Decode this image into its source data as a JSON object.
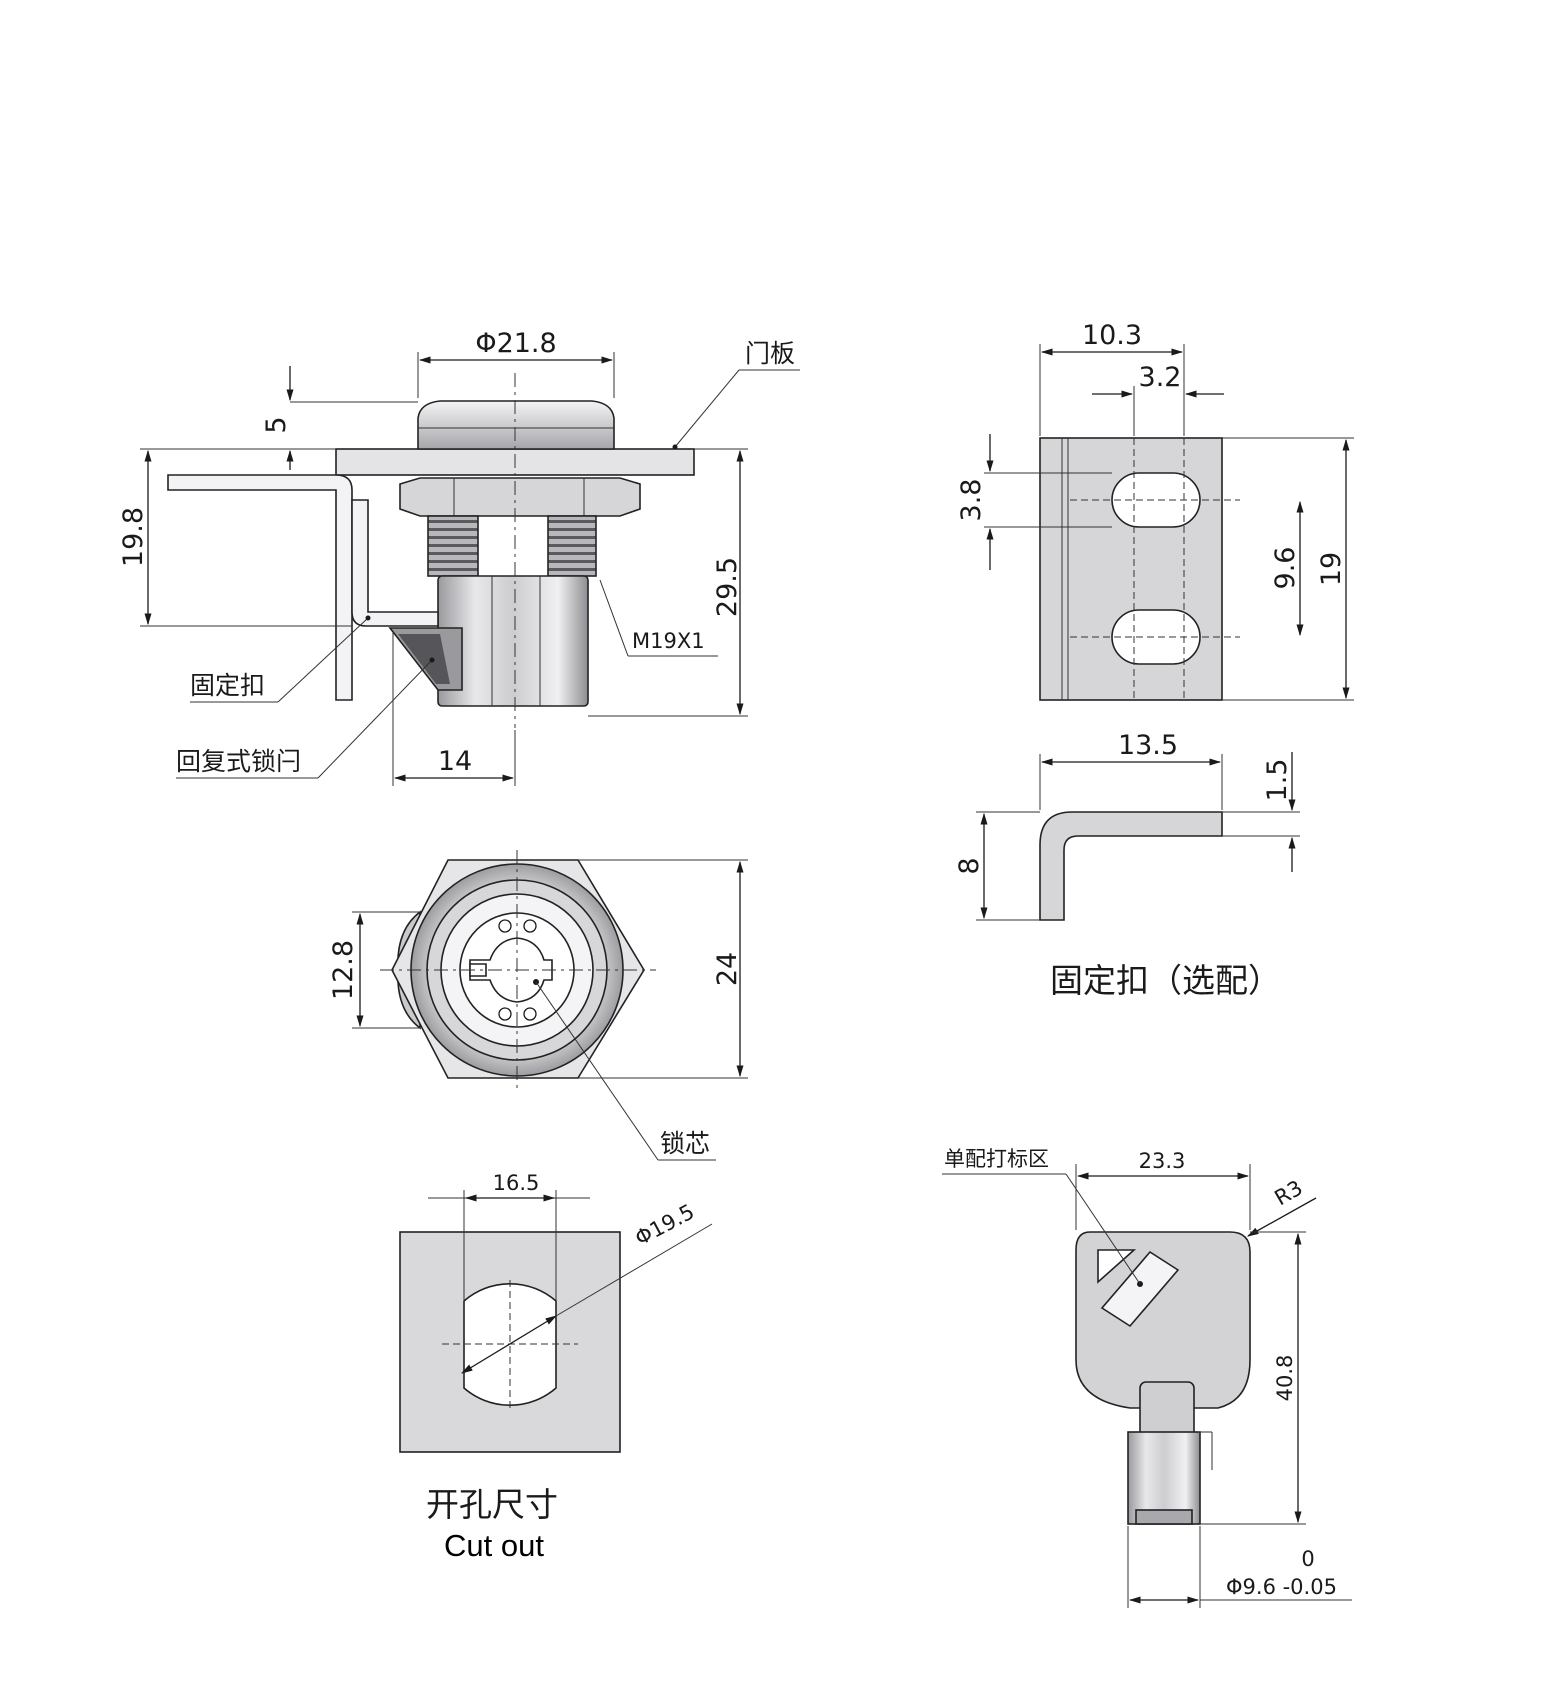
{
  "colors": {
    "line": "#1a1a1a",
    "metal_light": "#e4e4e6",
    "metal_mid": "#c9c9cc",
    "metal_dark": "#8e8e92",
    "background": "#ffffff"
  },
  "lock_side_view": {
    "dim_diameter": "Φ21.8",
    "dim_top": "5",
    "dim_left": "19.8",
    "dim_right": "29.5",
    "dim_bottom": "14",
    "label_door_panel": "门板",
    "label_thread": "M19X1",
    "label_bracket": "固定扣",
    "label_latch": "回复式锁闩"
  },
  "lock_front_view": {
    "dim_flat": "12.8",
    "dim_hex": "24",
    "label_core": "锁芯"
  },
  "cutout_view": {
    "dim_width": "16.5",
    "dim_diameter": "Φ19.5",
    "caption_cn": "开孔尺寸",
    "caption_en": "Cut out"
  },
  "bracket_front_view": {
    "dim_width": "10.3",
    "dim_slot": "3.2",
    "dim_slot_height": "3.8",
    "dim_pitch": "9.6",
    "dim_height": "19"
  },
  "bracket_side_view": {
    "dim_length": "13.5",
    "dim_thickness": "1.5",
    "dim_height": "8",
    "caption": "固定扣（选配）"
  },
  "key_view": {
    "label_marking": "单配打标区",
    "dim_width": "23.3",
    "dim_radius": "R3",
    "dim_length": "40.8",
    "dim_tol_upper": "0",
    "dim_shank": "Φ9.6 -0.05"
  }
}
